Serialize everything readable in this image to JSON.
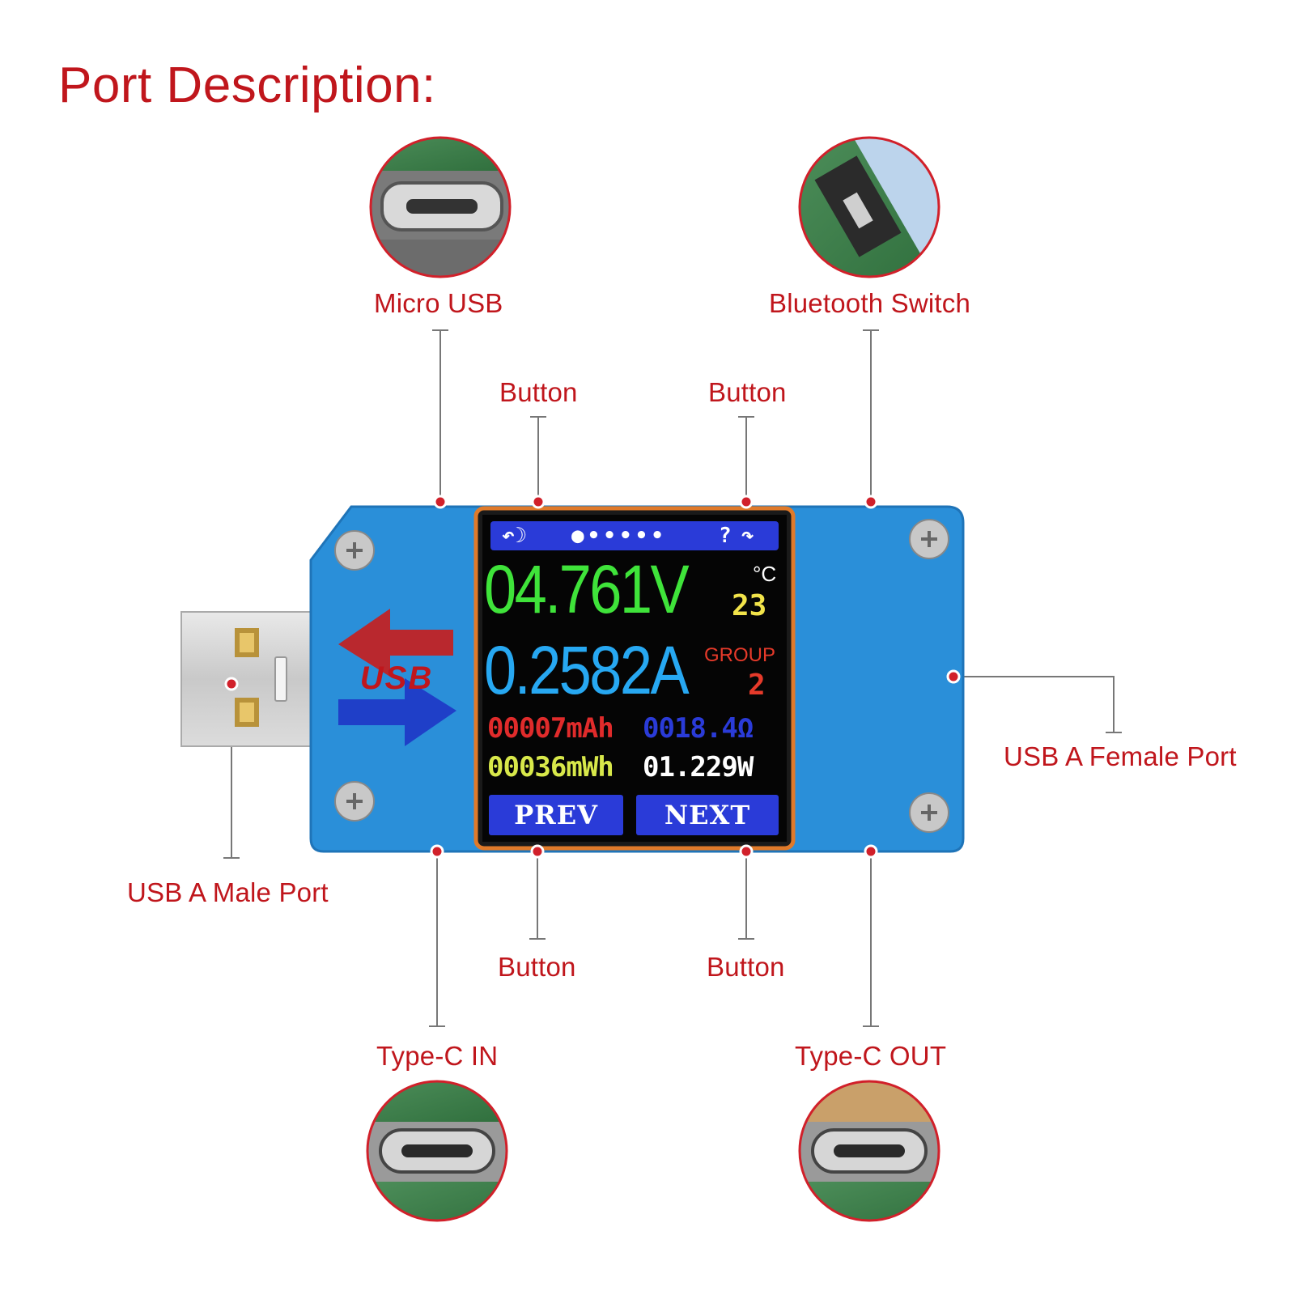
{
  "title": "Port Description:",
  "labels": {
    "micro_usb": "Micro USB",
    "bluetooth_switch": "Bluetooth Switch",
    "button_top_left": "Button",
    "button_top_right": "Button",
    "button_bottom_left": "Button",
    "button_bottom_right": "Button",
    "usb_a_male": "USB A Male Port",
    "usb_a_female": "USB A Female Port",
    "type_c_in": "Type-C IN",
    "type_c_out": "Type-C OUT"
  },
  "device": {
    "logo_text": "USB",
    "screen": {
      "voltage": "04.761V",
      "current": "0.2582A",
      "temp_unit": "°C",
      "temp_value": "23",
      "group_label": "GROUP",
      "group_value": "2",
      "capacity": "00007mAh",
      "resistance": "0018.4Ω",
      "energy": "00036mWh",
      "power": "01.229W",
      "prev_label": "PREV",
      "next_label": "NEXT"
    }
  },
  "colors": {
    "label_red": "#c0161c",
    "device_blue": "#2a8fd9",
    "lcd_green": "#3fe33a",
    "lcd_cyan": "#27a8f2"
  }
}
